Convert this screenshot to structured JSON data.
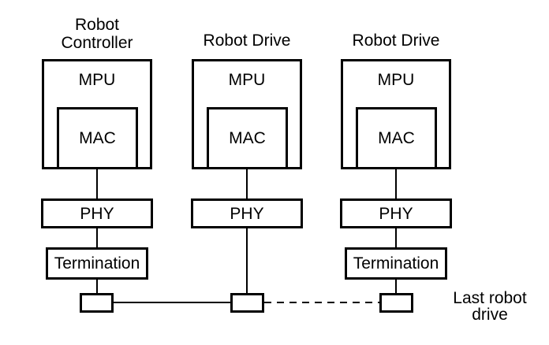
{
  "diagram": {
    "background_color": "#ffffff",
    "line_color": "#000000",
    "columns": [
      {
        "title_line1": "Robot",
        "title_line2": "Controller",
        "mpu": "MPU",
        "mac": "MAC",
        "phy": "PHY",
        "termination": "Termination"
      },
      {
        "title_line1": "Robot Drive",
        "mpu": "MPU",
        "mac": "MAC",
        "phy": "PHY"
      },
      {
        "title_line1": "Robot Drive",
        "mpu": "MPU",
        "mac": "MAC",
        "phy": "PHY",
        "termination": "Termination"
      }
    ],
    "annotation": {
      "line1": "Last robot",
      "line2": "drive"
    }
  }
}
